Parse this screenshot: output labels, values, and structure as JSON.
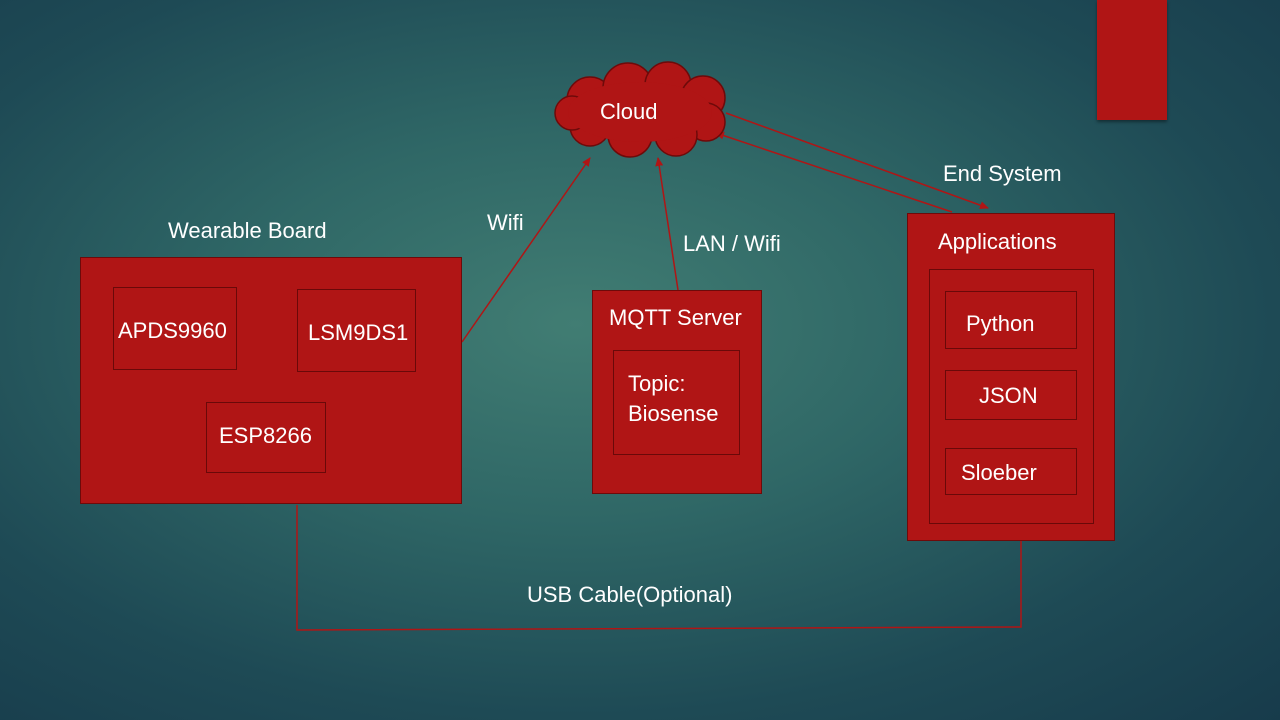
{
  "cloud": {
    "label": "Cloud"
  },
  "wearable": {
    "title": "Wearable Board",
    "chips": [
      "APDS9960",
      "LSM9DS1",
      "ESP8266"
    ]
  },
  "mqtt": {
    "title": "MQTT Server",
    "topic_line1": "Topic:",
    "topic_line2": "Biosense"
  },
  "end_system": {
    "title": "End System",
    "box_title": "Applications",
    "apps": [
      "Python",
      "JSON",
      "Sloeber"
    ]
  },
  "links": {
    "wifi": "Wifi",
    "lan_wifi": "LAN / Wifi",
    "usb": "USB Cable(Optional)"
  },
  "colors": {
    "box_fill": "#b01515",
    "line": "#b01515",
    "background": "#2f6766"
  }
}
